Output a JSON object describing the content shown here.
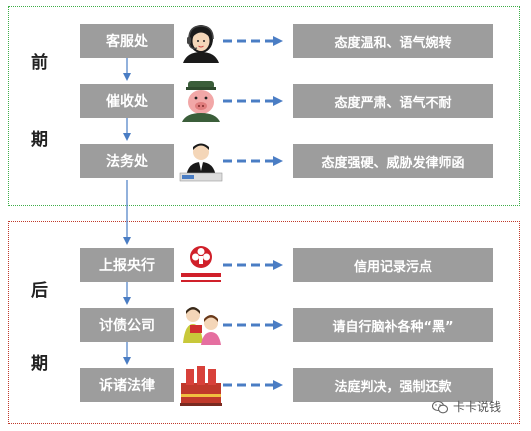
{
  "early_phase": {
    "label_top": "前",
    "label_bottom": "期",
    "rows": [
      {
        "dept": "客服处",
        "result": "态度温和、语气婉转",
        "icon": "customer-service-headset-icon"
      },
      {
        "dept": "催收处",
        "result": "态度严肃、语气不耐",
        "icon": "collector-pig-face-icon"
      },
      {
        "dept": "法务处",
        "result": "态度强硬、威胁发律师函",
        "icon": "legal-news-anchor-icon"
      }
    ]
  },
  "late_phase": {
    "label_top": "后",
    "label_bottom": "期",
    "rows": [
      {
        "dept": "上报央行",
        "result": "信用记录污点",
        "icon": "peoples-bank-of-china-logo-icon"
      },
      {
        "dept": "讨债公司",
        "result": "请自行脑补各种“黑”",
        "icon": "debt-collector-cartoon-icon"
      },
      {
        "dept": "诉诸法律",
        "result": "法庭判决，强制还款",
        "icon": "courthouse-icon"
      }
    ]
  },
  "colors": {
    "box_fill": "#9d9d9d",
    "arrow_blue": "#4a7dc4",
    "early_border": "#3fae49",
    "late_border": "#c0392b"
  },
  "watermark": {
    "text": "卡卡说钱",
    "icon": "wechat-icon"
  }
}
